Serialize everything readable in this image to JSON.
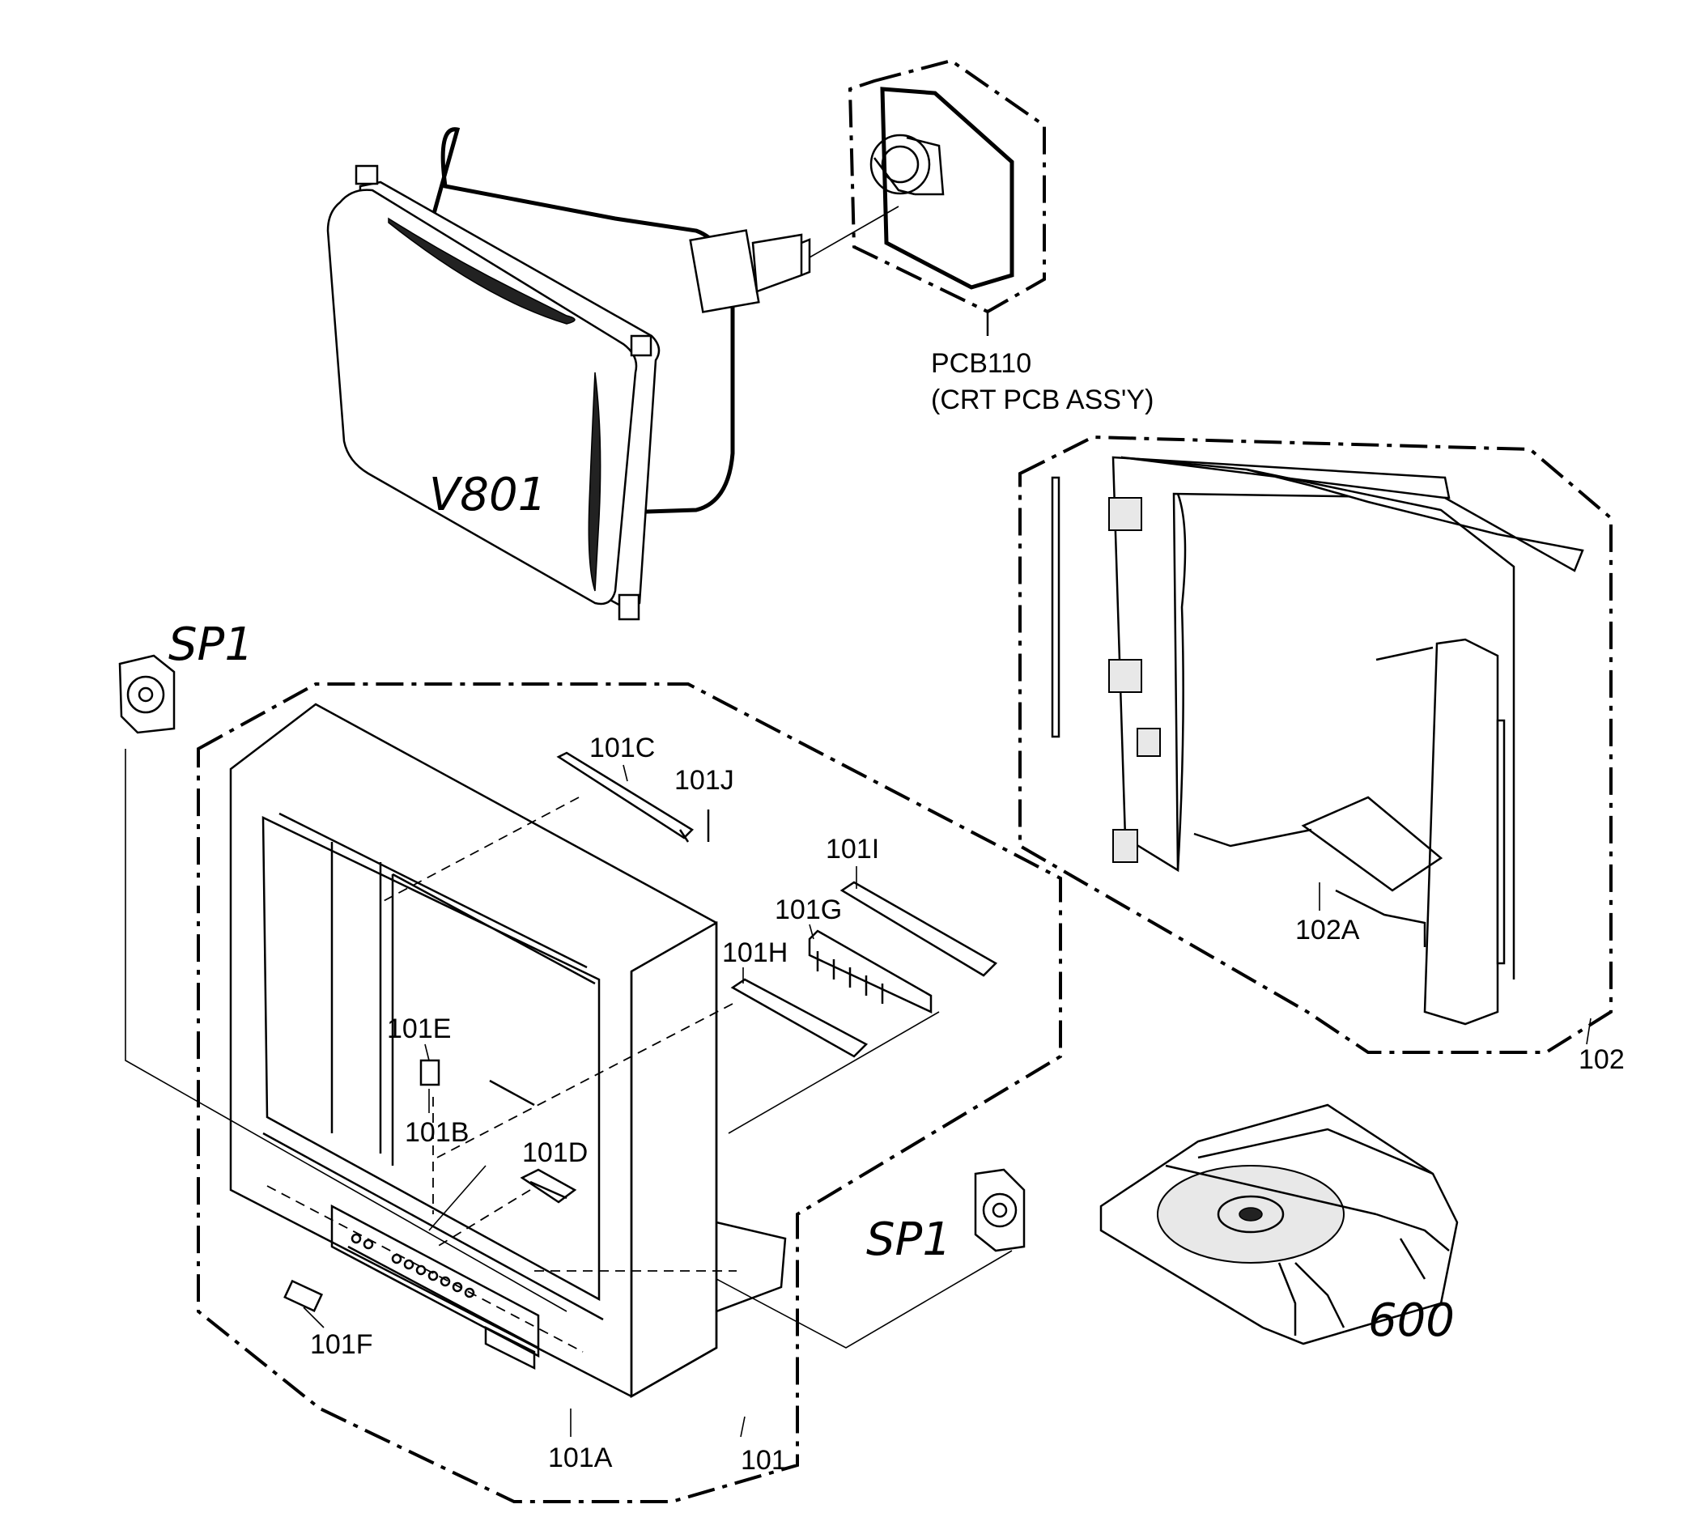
{
  "labels": {
    "pcb110": "PCB110",
    "pcb110_desc": "(CRT PCB ASS'Y)",
    "v801": "V801",
    "sp1_left": "SP1",
    "sp1_right": "SP1",
    "p101": "101",
    "p101a": "101A",
    "p101b": "101B",
    "p101c": "101C",
    "p101d": "101D",
    "p101e": "101E",
    "p101f": "101F",
    "p101g": "101G",
    "p101h": "101H",
    "p101i": "101I",
    "p101j": "101J",
    "p102": "102",
    "p102a": "102A",
    "p600": "600"
  }
}
